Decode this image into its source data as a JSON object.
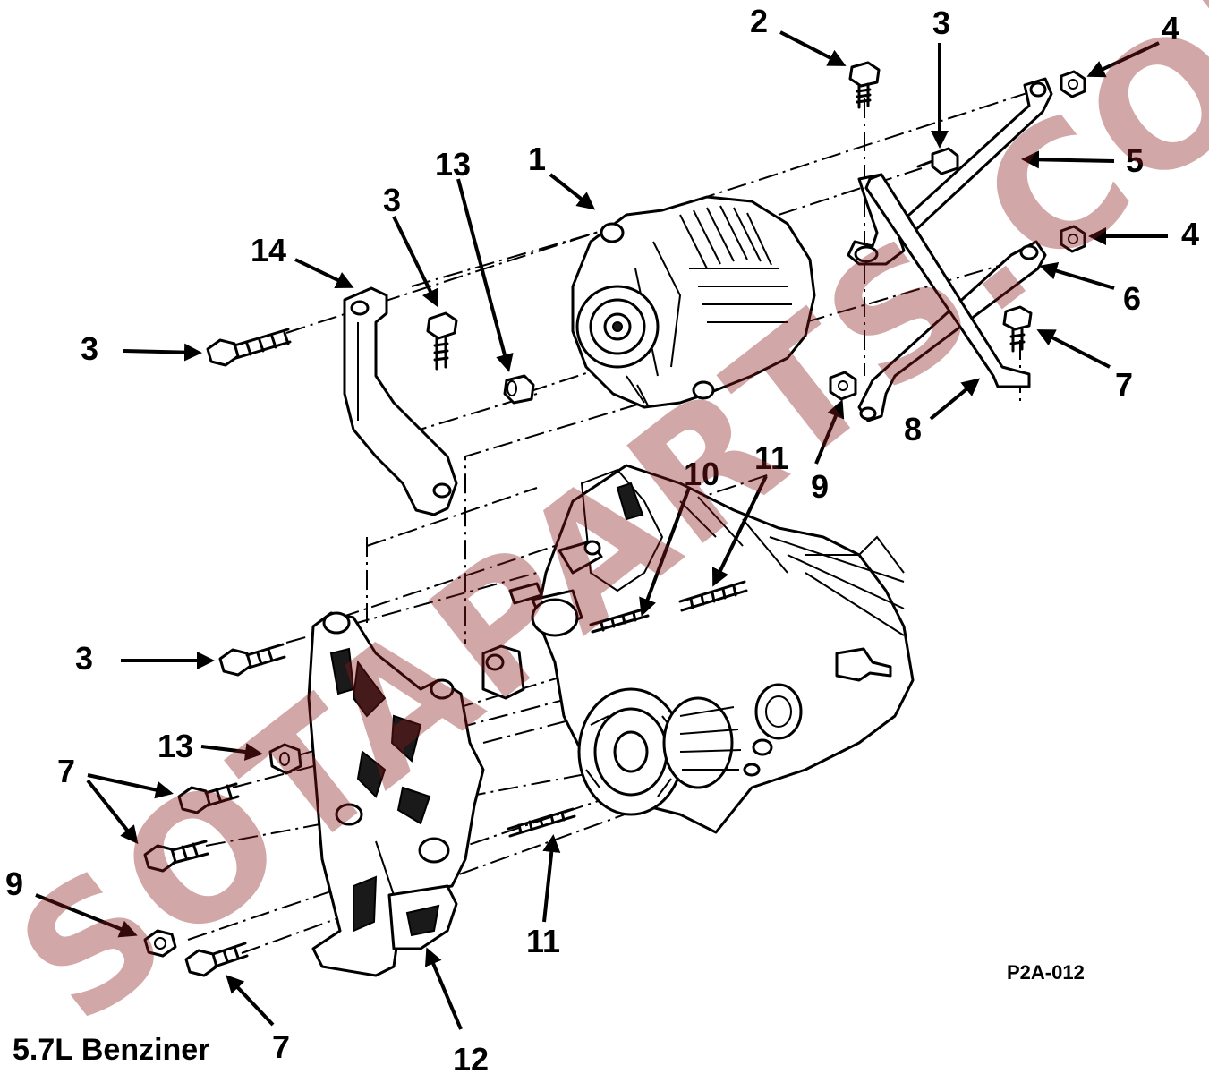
{
  "figure": {
    "caption": "5.7L Benziner",
    "figure_code": "P2A-012",
    "watermark": "SOTAPARTS.COM",
    "watermark_color": "#8b1a1a"
  },
  "callouts": [
    {
      "label": "1"
    },
    {
      "label": "2"
    },
    {
      "label": "3"
    },
    {
      "label": "4"
    },
    {
      "label": "5"
    },
    {
      "label": "4"
    },
    {
      "label": "6"
    },
    {
      "label": "7"
    },
    {
      "label": "8"
    },
    {
      "label": "9"
    },
    {
      "label": "10"
    },
    {
      "label": "11"
    },
    {
      "label": "13"
    },
    {
      "label": "3"
    },
    {
      "label": "14"
    },
    {
      "label": "3"
    },
    {
      "label": "3"
    },
    {
      "label": "13"
    },
    {
      "label": "7"
    },
    {
      "label": "9"
    },
    {
      "label": "7"
    },
    {
      "label": "11"
    },
    {
      "label": "12"
    }
  ]
}
